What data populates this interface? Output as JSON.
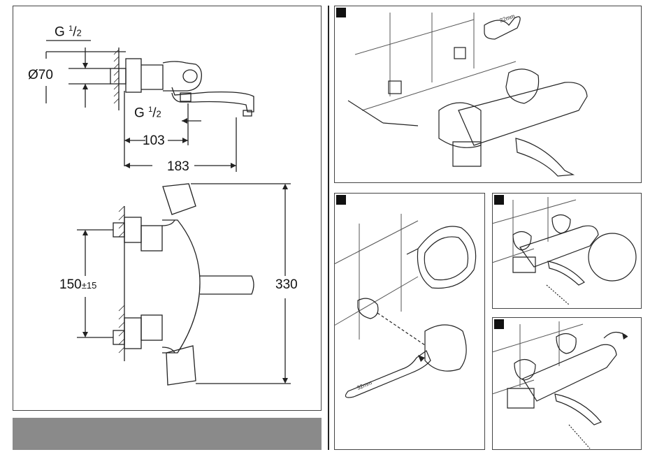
{
  "dimensions": {
    "g_thread_top": "G",
    "g_thread_top_num": "1",
    "g_thread_top_den": "2",
    "diameter": "Ø70",
    "g_thread_bottom": "G",
    "g_thread_bottom_num": "1",
    "g_thread_bottom_den": "2",
    "width_103": "103",
    "width_183": "183",
    "spacing": "150",
    "spacing_tol": "±15",
    "height_330": "330"
  },
  "wrench_sizes": {
    "small": "22mm",
    "large": "32mm"
  },
  "colors": {
    "line": "#222222",
    "grey_bar": "#8a8a8a",
    "tile": "#555555"
  }
}
